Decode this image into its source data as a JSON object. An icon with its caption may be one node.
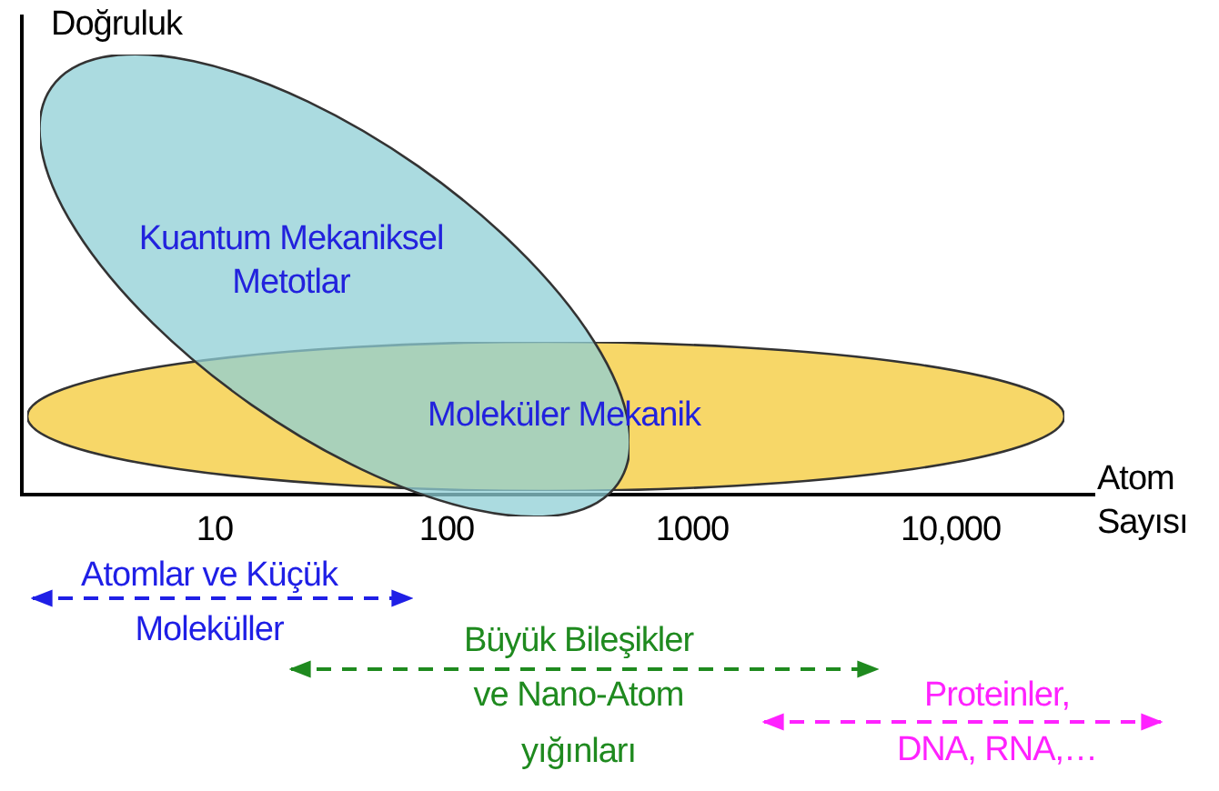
{
  "diagram": {
    "nodes": [
      {
        "text": [
          "Kuantum Mekaniksel Metotlar"
        ]
      },
      {
        "text": [
          "Moleküler Mekanik"
        ]
      }
    ],
    "labels": [
      "Doğruluk",
      "Atom Sayısı",
      "10",
      "100",
      "1000",
      "10,000",
      "Atomlar ve Küçük Moleküller",
      "Büyük Bileşikler ve Nano-Atom yığınları",
      "Proteinler, DNA, RNA,…"
    ]
  }
}
